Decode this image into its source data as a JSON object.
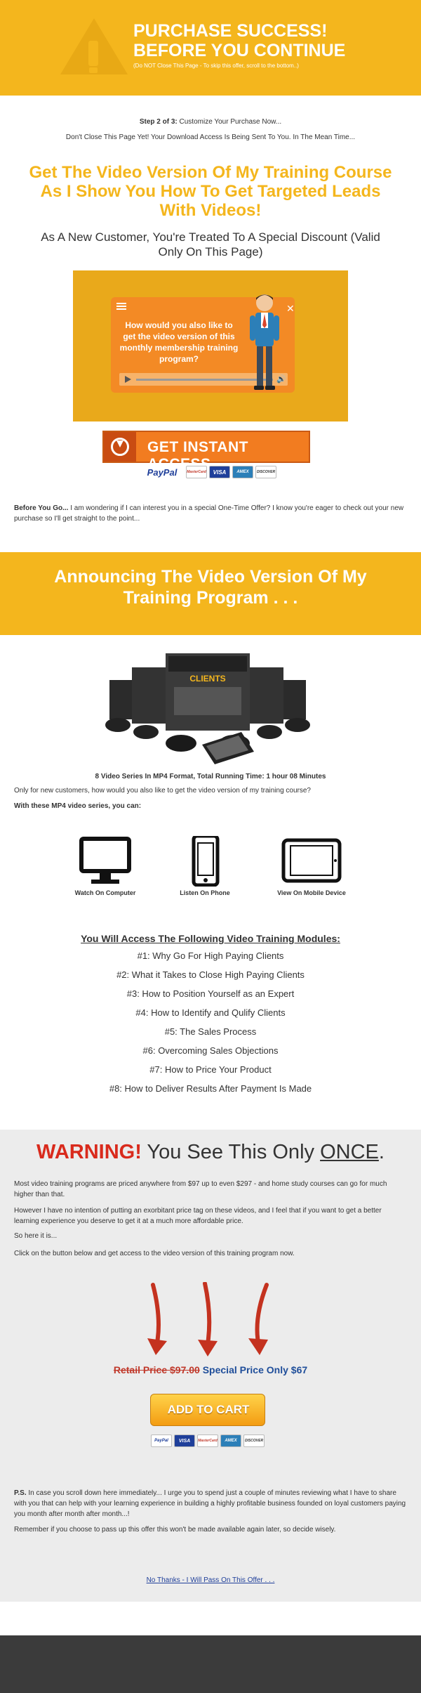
{
  "header": {
    "title_line1": "PURCHASE SUCCESS!",
    "title_line2": "BEFORE YOU CONTINUE",
    "subtitle": "(Do NOT Close This Page - To skip this offer, scroll to the bottom..)"
  },
  "intro": {
    "step_label": "Step 2 of 3:",
    "step_text": " Customize Your Purchase Now...",
    "dont_close": "Don't Close This Page Yet! Your Download Access Is Being Sent To You. In The Mean Time...",
    "headline": "Get The Video Version Of My Training Course As I Show You How To Get Targeted Leads With Videos!",
    "subhead": "As A New Customer, You're Treated To A Special Discount (Valid Only On This Page)"
  },
  "video": {
    "panel_text": "How would you also like to get the video version of this monthly membership training program?"
  },
  "cta": {
    "label": "GET INSTANT ACCESS"
  },
  "cards": [
    "PayPal",
    "MasterCard",
    "VISA",
    "AMEX",
    "DISCOVER"
  ],
  "before_you_go": {
    "label": "Before You Go...",
    "text": " I am wondering if I can interest you in a special One-Time Offer? I know you're eager to check out your new purchase so I'll get straight to the point..."
  },
  "announce": {
    "title": "Announcing The Video Version Of My Training Program . . ."
  },
  "product": {
    "box_label": "CLIENTS",
    "caption": "8 Video Series In MP4 Format, Total Running Time: 1 hour 08 Minutes",
    "only_for": "Only for new customers, how would you also like to get the video version of my training course?",
    "with_these": "With these MP4 video series, you can:"
  },
  "devices": [
    {
      "label": "Watch On Computer"
    },
    {
      "label": "Listen On Phone"
    },
    {
      "label": "View On Mobile Device"
    }
  ],
  "modules": {
    "title": "You Will Access The Following Video Training Modules:",
    "items": [
      "#1: Why Go For High Paying Clients",
      "#2: What it Takes to Close High Paying Clients",
      "#3: How to Position Yourself as an Expert",
      "#4: How to Identify and Qulify Clients",
      "#5: The Sales Process",
      "#6: Overcoming Sales Objections",
      "#7: How to Price Your Product",
      "#8: How to Deliver Results After Payment Is Made"
    ]
  },
  "warning": {
    "red": "WARNING!",
    "middle": " You See This Only ",
    "underlined": "ONCE",
    "end": ".",
    "p1": "Most video training programs are priced anywhere from $97 up to even $297 - and home study courses can go for much higher than that.",
    "p2": "However I have no intention of putting an exorbitant price tag on these videos, and I feel that if you want to get a better learning experience you deserve to get it at a much more affordable price.",
    "p3": "So here it is...",
    "p4": "Click on the button below and get access to the video version of this training program now."
  },
  "price": {
    "retail": "Retail Price $97.00",
    "special": "Special Price Only $67"
  },
  "add_to_cart": {
    "label": "ADD TO CART"
  },
  "ps": {
    "label": "P.S.",
    "text": " In case you scroll down here immediately... I urge you to spend just a couple of minutes reviewing what I have to share with you that can help with your learning experience in building a highly profitable business founded on loyal customers paying you month after month after month...!",
    "remember": "Remember if you choose to pass up this offer this won't be made available again later, so decide wisely."
  },
  "no_thanks": "No Thanks - I Will Pass On This Offer . . .",
  "colors": {
    "accent": "#f4b61d",
    "cta_orange": "#f27c20",
    "warning_red": "#d92a1c",
    "special_blue": "#1f4e9a"
  }
}
